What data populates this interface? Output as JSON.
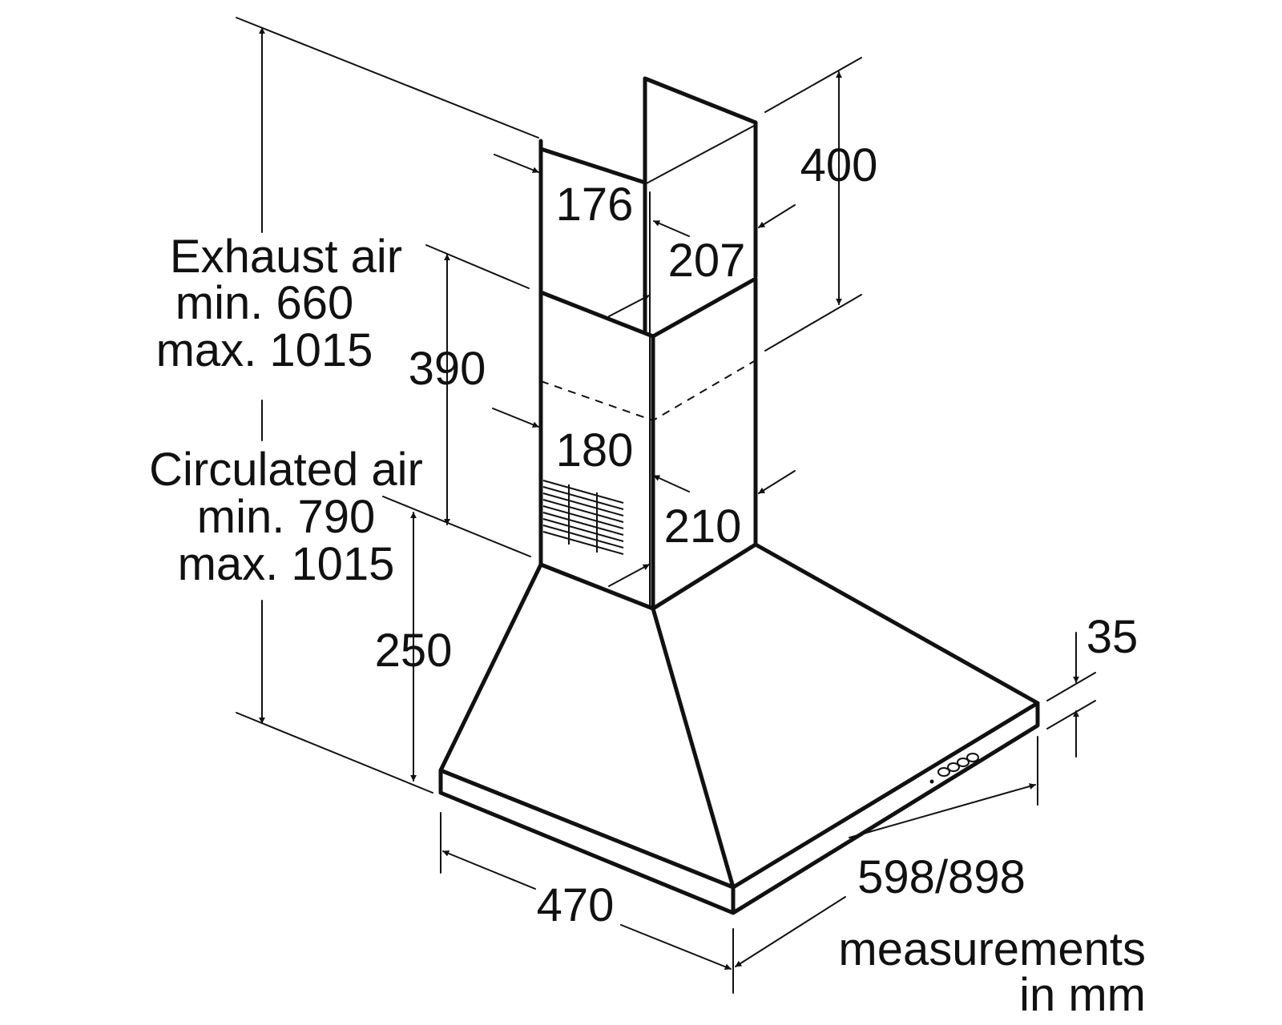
{
  "dimensions": {
    "d176": "176",
    "d207": "207",
    "d400": "400",
    "d390": "390",
    "d180": "180",
    "d210": "210",
    "d250": "250",
    "d35": "35",
    "d470": "470",
    "d598": "598/898"
  },
  "exhaust": {
    "line1": "Exhaust air",
    "line2": "min. 660",
    "line3": "max. 1015"
  },
  "circulated": {
    "line1": "Circulated air",
    "line2": "min. 790",
    "line3": "max. 1015"
  },
  "units": {
    "line1": "measurements",
    "line2": "in mm"
  }
}
